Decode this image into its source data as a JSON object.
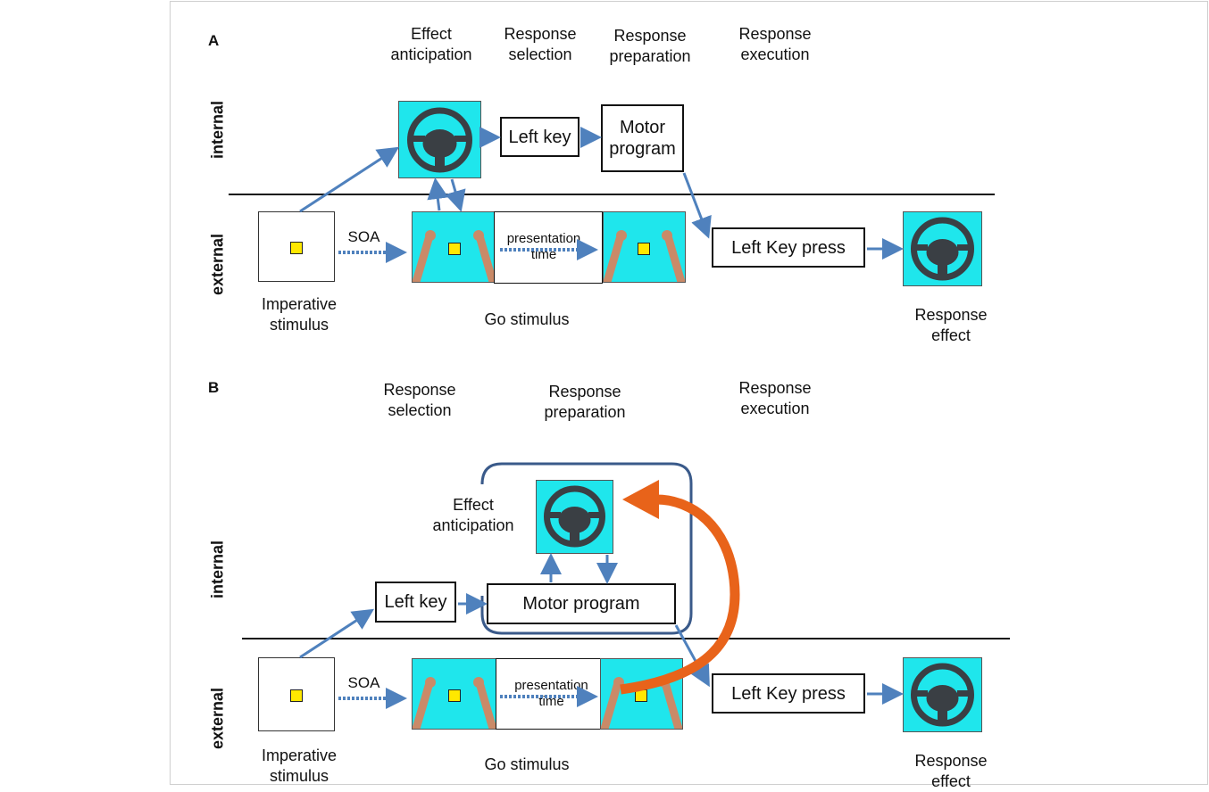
{
  "panelA": {
    "label": "A",
    "stages": {
      "effect_anticipation": [
        "Effect",
        "anticipation"
      ],
      "response_selection": [
        "Response",
        "selection"
      ],
      "response_preparation": [
        "Response",
        "preparation"
      ],
      "response_execution": [
        "Response",
        "execution"
      ]
    },
    "rows": {
      "internal": "internal",
      "external": "external"
    },
    "left_key": "Left key",
    "motor_program": [
      "Motor",
      "program"
    ],
    "soa": "SOA",
    "presentation_time": [
      "presentation",
      "time"
    ],
    "left_key_press": "Left Key press",
    "imperative_stimulus": [
      "Imperative",
      "stimulus"
    ],
    "go_stimulus": "Go stimulus",
    "response_effect": [
      "Response",
      "effect"
    ]
  },
  "panelB": {
    "label": "B",
    "stages": {
      "response_selection": [
        "Response",
        "selection"
      ],
      "response_preparation": [
        "Response",
        "preparation"
      ],
      "response_execution": [
        "Response",
        "execution"
      ]
    },
    "effect_anticipation": [
      "Effect",
      "anticipation"
    ],
    "rows": {
      "internal": "internal",
      "external": "external"
    },
    "left_key": "Left key",
    "motor_program": "Motor program",
    "soa": "SOA",
    "presentation_time": [
      "presentation",
      "time"
    ],
    "left_key_press": "Left Key press",
    "imperative_stimulus": [
      "Imperative",
      "stimulus"
    ],
    "go_stimulus": "Go stimulus",
    "response_effect": [
      "Response",
      "effect"
    ]
  },
  "colors": {
    "cyan": "#1fe6ec",
    "arrow_blue": "#4f81bd",
    "frame_blue": "#3a5a8a",
    "orange": "#e8631a",
    "yellow": "#ffe800"
  },
  "icons": [
    "steering-wheel-icon",
    "raised-arms-icon",
    "yellow-square-icon"
  ]
}
